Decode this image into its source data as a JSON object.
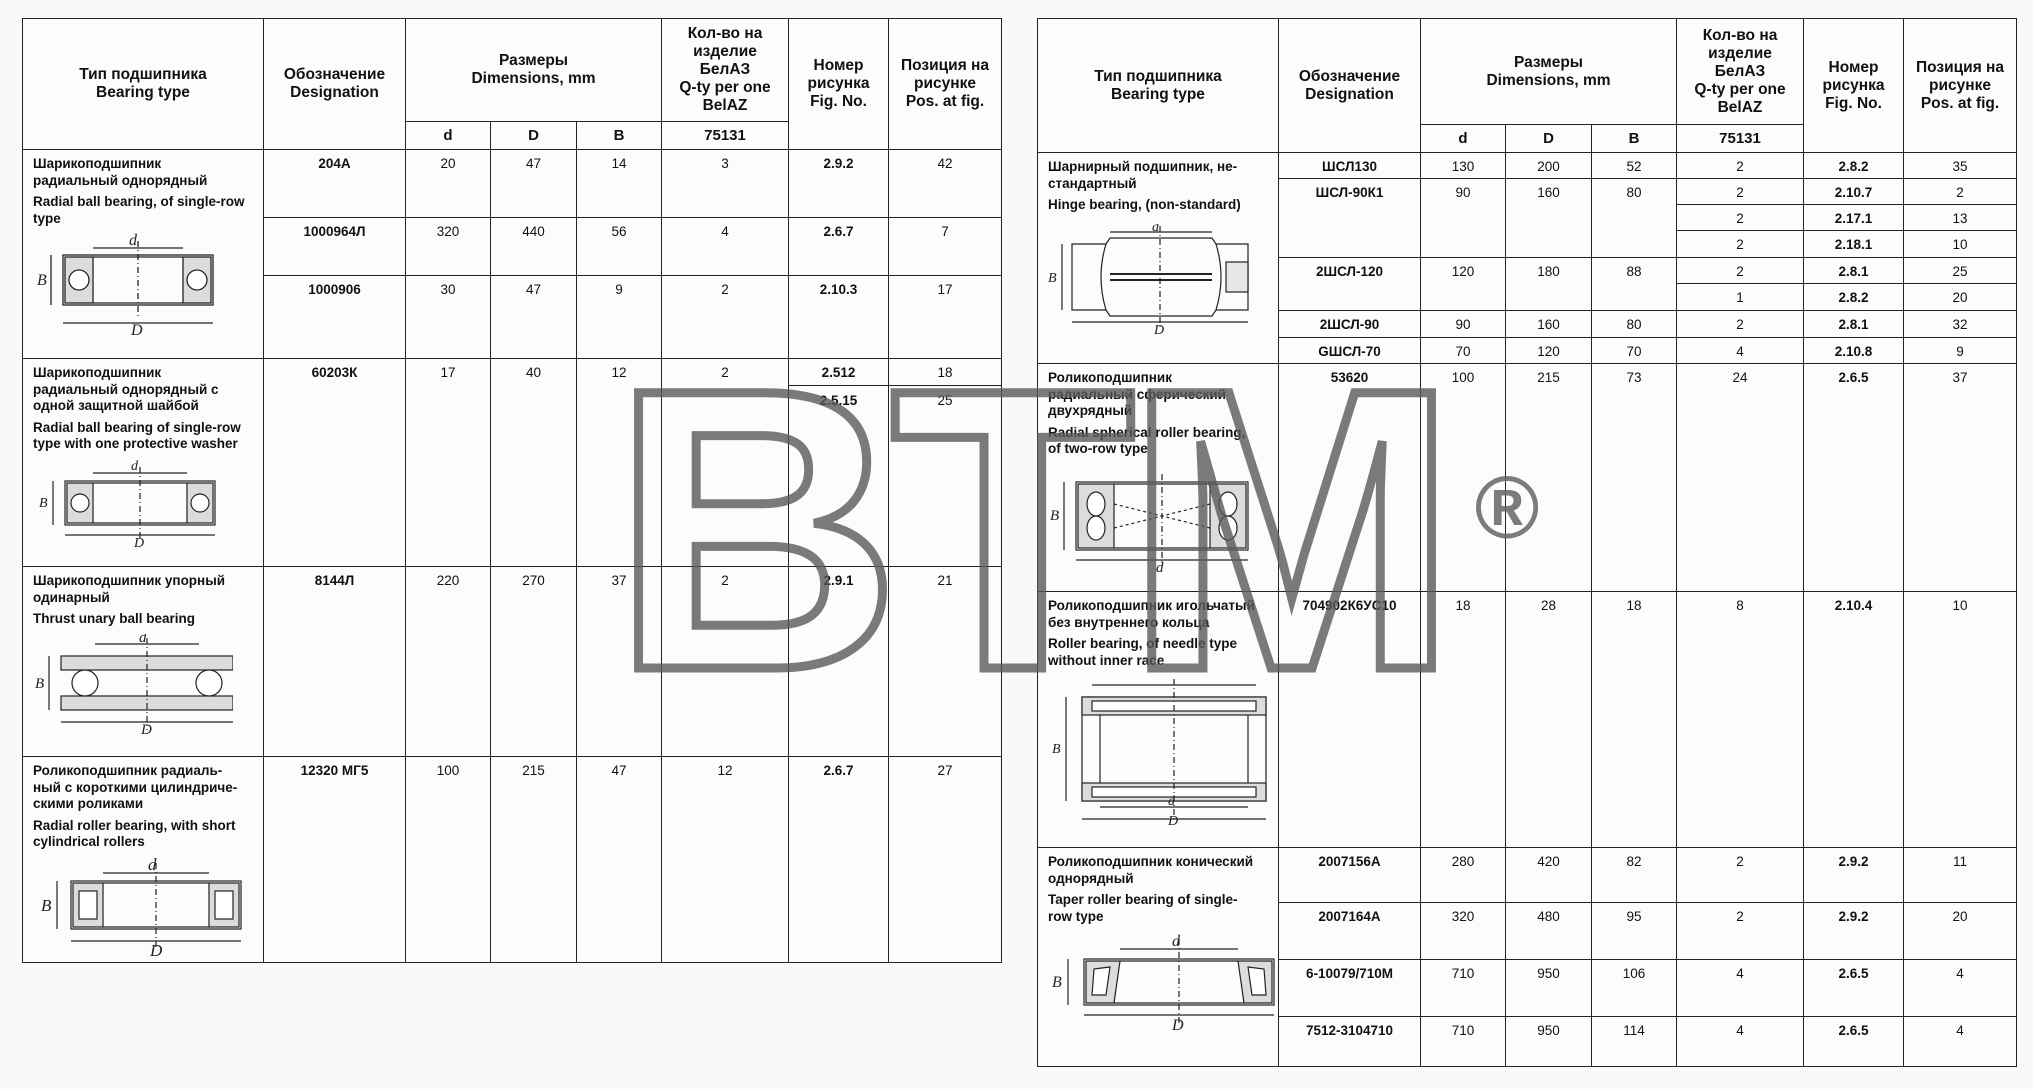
{
  "headers": {
    "type_ru": "Тип подшипника",
    "type_en": "Bearing type",
    "desig_ru": "Обозначение",
    "desig_en": "Designation",
    "dims_ru": "Размеры",
    "dims_en": "Dimensions, mm",
    "qty_l1": "Кол-во на",
    "qty_l2": "изделие",
    "qty_l3": "БелАЗ",
    "qty_l4": "Q-ty per one",
    "qty_l5": "BelAZ",
    "fig_l1": "Номер",
    "fig_l2": "рисунка",
    "fig_l3": "Fig. No.",
    "pos_l1": "Позиция на",
    "pos_l2": "рисунке",
    "pos_l3": "Pos. at fig.",
    "d": "d",
    "D": "D",
    "B": "B",
    "model": "75131"
  },
  "left": {
    "g1": {
      "ru1": "Шарикоподшипник",
      "ru2": "радиальный однорядный",
      "en1": "Radial ball bearing, of single-row",
      "en2": "type",
      "rows": [
        {
          "desig": "204А",
          "d": "20",
          "D": "47",
          "B": "14",
          "qty": "3",
          "fig": "2.9.2",
          "pos": "42"
        },
        {
          "desig": "1000964Л",
          "d": "320",
          "D": "440",
          "B": "56",
          "qty": "4",
          "fig": "2.6.7",
          "pos": "7"
        },
        {
          "desig": "1000906",
          "d": "30",
          "D": "47",
          "B": "9",
          "qty": "2",
          "fig": "2.10.3",
          "pos": "17"
        }
      ]
    },
    "g2": {
      "ru1": "Шарикоподшипник",
      "ru2": "радиальный однорядный с",
      "ru3": "одной защитной шайбой",
      "en1": "Radial ball bearing of single-row",
      "en2": "type with one protective washer",
      "row": {
        "desig": "60203К",
        "d": "17",
        "D": "40",
        "B": "12",
        "qty": "2",
        "fig1": "2.512",
        "fig2": "2.5.15",
        "pos1": "18",
        "pos2": "25"
      }
    },
    "g3": {
      "ru1": "Шарикоподшипник упорный",
      "ru2": "одинарный",
      "en1": "Thrust unary ball bearing",
      "row": {
        "desig": "8144Л",
        "d": "220",
        "D": "270",
        "B": "37",
        "qty": "2",
        "fig": "2.9.1",
        "pos": "21"
      }
    },
    "g4": {
      "ru1": "Роликоподшипник радиаль-",
      "ru2": "ный с короткими цилиндриче-",
      "ru3": "скими роликами",
      "en1": "Radial roller bearing, with short",
      "en2": "cylindrical rollers",
      "row": {
        "desig": "12320 МГ5",
        "d": "100",
        "D": "215",
        "B": "47",
        "qty": "12",
        "fig": "2.6.7",
        "pos": "27"
      }
    }
  },
  "right": {
    "g1": {
      "ru1": "Шарнирный подшипник, не-",
      "ru2": "стандартный",
      "en1": "Hinge bearing, (non-standard)",
      "r1": {
        "desig": "ШСЛ130",
        "d": "130",
        "D": "200",
        "B": "52",
        "qty": "2",
        "fig": "2.8.2",
        "pos": "35"
      },
      "r2": {
        "desig": "ШСЛ-90К1",
        "d": "90",
        "D": "160",
        "B": "80",
        "sub": [
          {
            "qty": "2",
            "fig": "2.10.7",
            "pos": "2"
          },
          {
            "qty": "2",
            "fig": "2.17.1",
            "pos": "13"
          },
          {
            "qty": "2",
            "fig": "2.18.1",
            "pos": "10"
          }
        ]
      },
      "r3": {
        "desig": "2ШСЛ-120",
        "d": "120",
        "D": "180",
        "B": "88",
        "sub": [
          {
            "qty": "2",
            "fig": "2.8.1",
            "pos": "25"
          },
          {
            "qty": "1",
            "fig": "2.8.2",
            "pos": "20"
          }
        ]
      },
      "r4": {
        "desig": "2ШСЛ-90",
        "d": "90",
        "D": "160",
        "B": "80",
        "qty": "2",
        "fig": "2.8.1",
        "pos": "32"
      },
      "r5": {
        "desig": "GШСЛ-70",
        "d": "70",
        "D": "120",
        "B": "70",
        "qty": "4",
        "fig": "2.10.8",
        "pos": "9"
      }
    },
    "g2": {
      "ru1": "Роликоподшипник",
      "ru2": "радиальный сферический",
      "ru3": "двухрядный",
      "en1": "Radial spherical roller bearing,",
      "en2": "of two-row type",
      "row": {
        "desig": "53620",
        "d": "100",
        "D": "215",
        "B": "73",
        "qty": "24",
        "fig": "2.6.5",
        "pos": "37"
      }
    },
    "g3": {
      "ru1": "Роликоподшипник игольчатый",
      "ru2": "без внутреннего кольца",
      "en1": "Roller bearing, of needle type",
      "en2": "without inner race",
      "row": {
        "desig": "704902К6УС10",
        "d": "18",
        "D": "28",
        "B": "18",
        "qty": "8",
        "fig": "2.10.4",
        "pos": "10"
      }
    },
    "g4": {
      "ru1": "Роликоподшипник конический",
      "ru2": "однорядный",
      "en1": "Taper roller bearing of single-",
      "en2": "row type",
      "rows": [
        {
          "desig": "2007156А",
          "d": "280",
          "D": "420",
          "B": "82",
          "qty": "2",
          "fig": "2.9.2",
          "pos": "11"
        },
        {
          "desig": "2007164А",
          "d": "320",
          "D": "480",
          "B": "95",
          "qty": "2",
          "fig": "2.9.2",
          "pos": "20"
        },
        {
          "desig": "6-10079/710М",
          "d": "710",
          "D": "950",
          "B": "106",
          "qty": "4",
          "fig": "2.6.5",
          "pos": "4"
        },
        {
          "desig": "7512-3104710",
          "d": "710",
          "D": "950",
          "B": "114",
          "qty": "4",
          "fig": "2.6.5",
          "pos": "4"
        }
      ]
    }
  },
  "watermark": {
    "text": "BTM",
    "mark": "®"
  }
}
